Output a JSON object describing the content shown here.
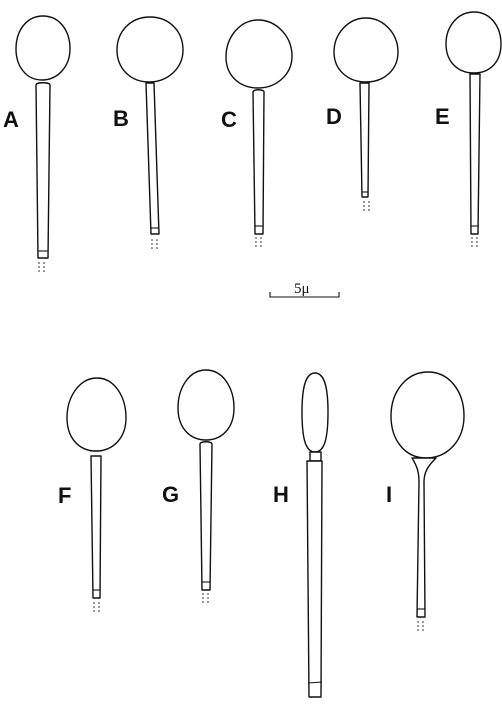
{
  "figure": {
    "panels": [
      {
        "id": "A",
        "label": "A"
      },
      {
        "id": "B",
        "label": "B"
      },
      {
        "id": "C",
        "label": "C"
      },
      {
        "id": "D",
        "label": "D"
      },
      {
        "id": "E",
        "label": "E"
      },
      {
        "id": "F",
        "label": "F"
      },
      {
        "id": "G",
        "label": "G"
      },
      {
        "id": "H",
        "label": "H"
      },
      {
        "id": "I",
        "label": "I"
      }
    ],
    "scale_bar": {
      "label": "5μ"
    }
  }
}
